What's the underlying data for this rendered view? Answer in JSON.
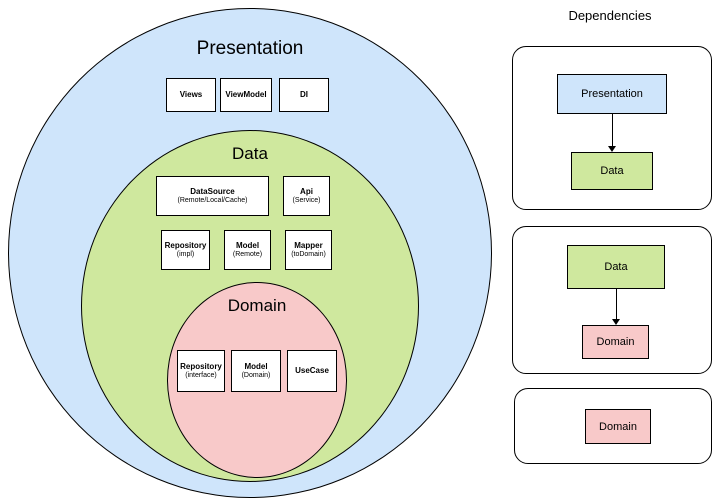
{
  "colors": {
    "presentation": "#cfe5fb",
    "data": "#cfe89e",
    "domain": "#f8c9c9"
  },
  "layers": {
    "presentation": {
      "title": "Presentation",
      "items": [
        {
          "title": "Views",
          "sub": ""
        },
        {
          "title": "ViewModel",
          "sub": ""
        },
        {
          "title": "DI",
          "sub": ""
        }
      ]
    },
    "data": {
      "title": "Data",
      "items": [
        {
          "title": "DataSource",
          "sub": "(Remote/Local/Cache)"
        },
        {
          "title": "Api",
          "sub": "(Service)"
        },
        {
          "title": "Repository",
          "sub": "(impl)"
        },
        {
          "title": "Model",
          "sub": "(Remote)"
        },
        {
          "title": "Mapper",
          "sub": "(toDomain)"
        }
      ]
    },
    "domain": {
      "title": "Domain",
      "items": [
        {
          "title": "Repository",
          "sub": "(interface)"
        },
        {
          "title": "Model",
          "sub": "(Domain)"
        },
        {
          "title": "UseCase",
          "sub": ""
        }
      ]
    }
  },
  "dependencies": {
    "title": "Dependencies",
    "panel1": {
      "from": "Presentation",
      "to": "Data"
    },
    "panel2": {
      "from": "Data",
      "to": "Domain"
    },
    "panel3": {
      "only": "Domain"
    }
  }
}
